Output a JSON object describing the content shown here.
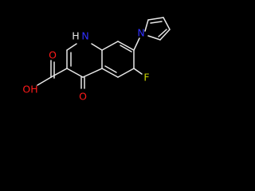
{
  "structure": {
    "atoms": {
      "hydroxyl": "OH",
      "carbonyl_o_acid": "O",
      "ring_nh": "H",
      "ring_n_label": "N",
      "keto_o": "O",
      "fluorine": "F",
      "pyrrole_n": "N"
    }
  },
  "colors": {
    "background": "#000000",
    "bond": "#e8e8e8",
    "oxygen": "#ff1a1a",
    "nitrogen": "#3030ff",
    "fluorine": "#c8d200"
  }
}
